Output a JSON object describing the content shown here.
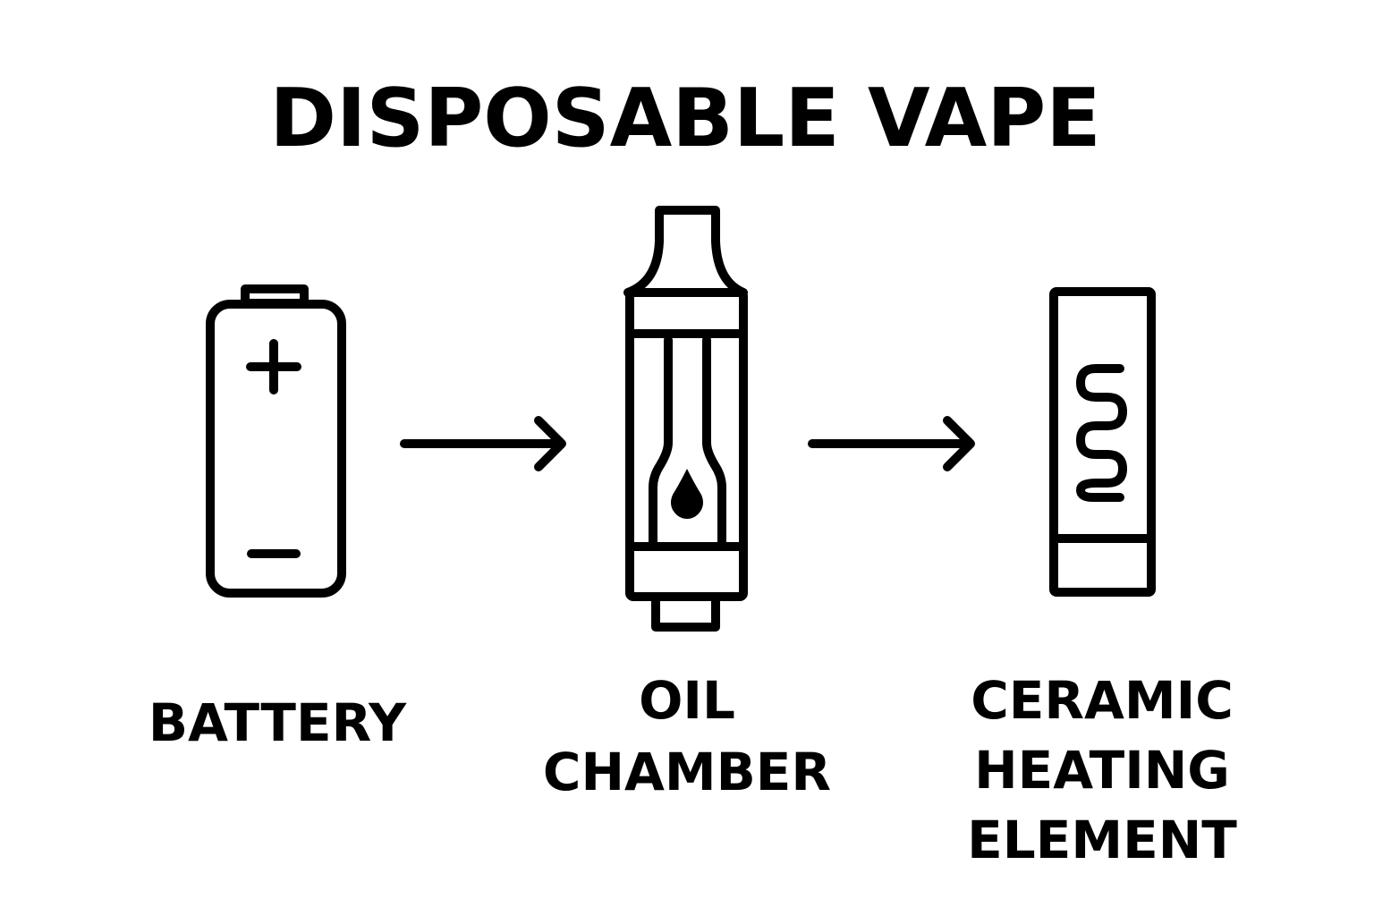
{
  "title": "DISPOSABLE VAPE",
  "components": [
    {
      "icon": "battery-icon",
      "label_lines": [
        "BATTERY"
      ]
    },
    {
      "icon": "oil-chamber-icon",
      "label_lines": [
        "OIL",
        "CHAMBER"
      ]
    },
    {
      "icon": "ceramic-heating-element-icon",
      "label_lines": [
        "CERAMIC",
        "HEATING",
        "ELEMENT"
      ]
    }
  ],
  "colors": {
    "ink": "#000000",
    "background": "#ffffff"
  }
}
